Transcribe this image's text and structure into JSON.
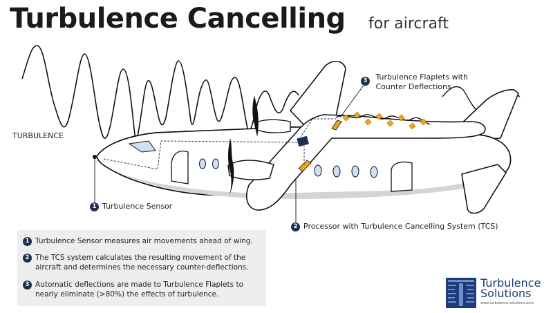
{
  "header": {
    "title": "Turbulence Cancelling",
    "subtitle": "for aircraft"
  },
  "turbulence_label": "TURBULENCE",
  "callouts": [
    {
      "number": "1",
      "text": "Turbulence Sensor"
    },
    {
      "number": "2",
      "text": "Processor with Turbulence Cancelling System (TCS)"
    },
    {
      "number": "3",
      "line1": "Turbulence Flaplets with",
      "line2": "Counter Deflections"
    }
  ],
  "legend": [
    {
      "number": "1",
      "text": "Turbulence Sensor measures air movements ahead of wing."
    },
    {
      "number": "2",
      "text": "The TCS system calculates the resulting movement of the aircraft and determines the necessary counter-deflections."
    },
    {
      "number": "3",
      "text": "Automatic deflections are made to Turbulence Flaplets to nearly eliminate (>80%) the effects of turbulence."
    }
  ],
  "logo": {
    "line1": "Turbulence",
    "line2": "Solutions",
    "url": "www.turbulence-solutions.aero"
  },
  "colors": {
    "accent_navy": "#1d2e55",
    "logo_blue": "#1d3b7a",
    "flaplet_orange": "#f2a51a",
    "window_blue": "#cfe0f2",
    "legend_bg": "#eeeeee"
  }
}
